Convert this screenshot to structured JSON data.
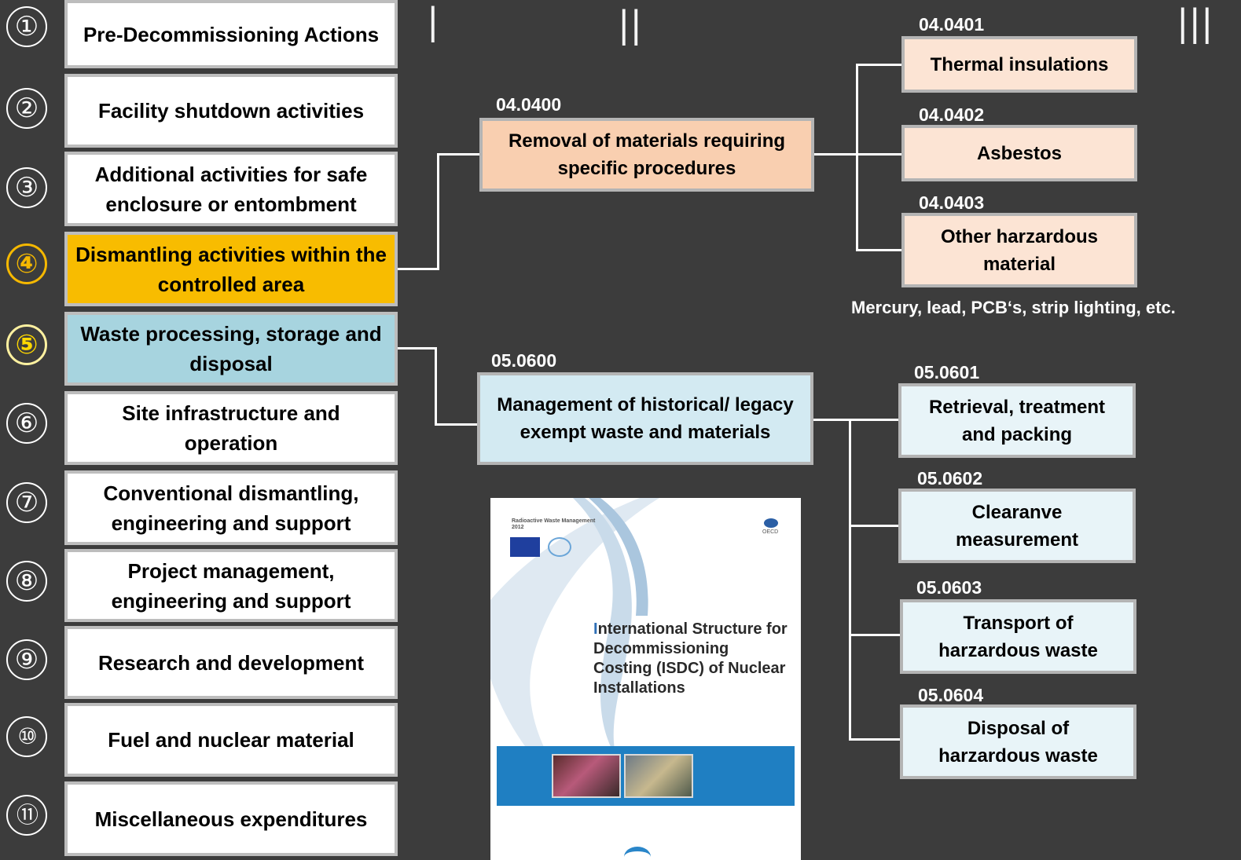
{
  "categories": [
    {
      "num": "①",
      "label": "Pre-Decommissioning Actions"
    },
    {
      "num": "②",
      "label": "Facility shutdown activities"
    },
    {
      "num": "③",
      "label": "Additional activities for safe enclosure or entombment"
    },
    {
      "num": "④",
      "label": "Dismantling activities within the controlled area"
    },
    {
      "num": "⑤",
      "label": "Waste processing, storage and disposal"
    },
    {
      "num": "⑥",
      "label": "Site infrastructure and operation"
    },
    {
      "num": "⑦",
      "label": "Conventional dismantling, engineering and support"
    },
    {
      "num": "⑧",
      "label": "Project management, engineering and support"
    },
    {
      "num": "⑨",
      "label": "Research and development"
    },
    {
      "num": "⑩",
      "label": "Fuel and nuclear material"
    },
    {
      "num": "⑪",
      "label": "Miscellaneous expenditures"
    }
  ],
  "levels": {
    "one": "|",
    "two": "||",
    "three": "|||"
  },
  "group04": {
    "code": "04.0400",
    "label": "Removal of materials requiring specific procedures",
    "children": [
      {
        "code": "04.0401",
        "label": "Thermal insulations"
      },
      {
        "code": "04.0402",
        "label": "Asbestos"
      },
      {
        "code": "04.0403",
        "label": "Other harzardous material"
      }
    ],
    "note": "Mercury, lead, PCB‘s, strip lighting, etc."
  },
  "group05": {
    "code": "05.0600",
    "label": "Management of historical/ legacy exempt waste and materials",
    "children": [
      {
        "code": "05.0601",
        "label": "Retrieval, treatment and packing"
      },
      {
        "code": "05.0602",
        "label": "Clearanve measurement"
      },
      {
        "code": "05.0603",
        "label": "Transport of harzardous waste"
      },
      {
        "code": "05.0604",
        "label": "Disposal of harzardous waste"
      }
    ]
  },
  "cover": {
    "series": "Radioactive Waste Management\n2012",
    "publisher": "OECD",
    "title_first": "I",
    "title_rest": "nternational Structure for Decommissioning Costing (ISDC) of Nuclear Installations"
  },
  "colors": {
    "background": "#3c3c3c",
    "highlight_orange": "#f8bc00",
    "highlight_blue": "#a7d4df",
    "peach": "#f9cfb0",
    "light_blue": "#d3eaf2"
  }
}
